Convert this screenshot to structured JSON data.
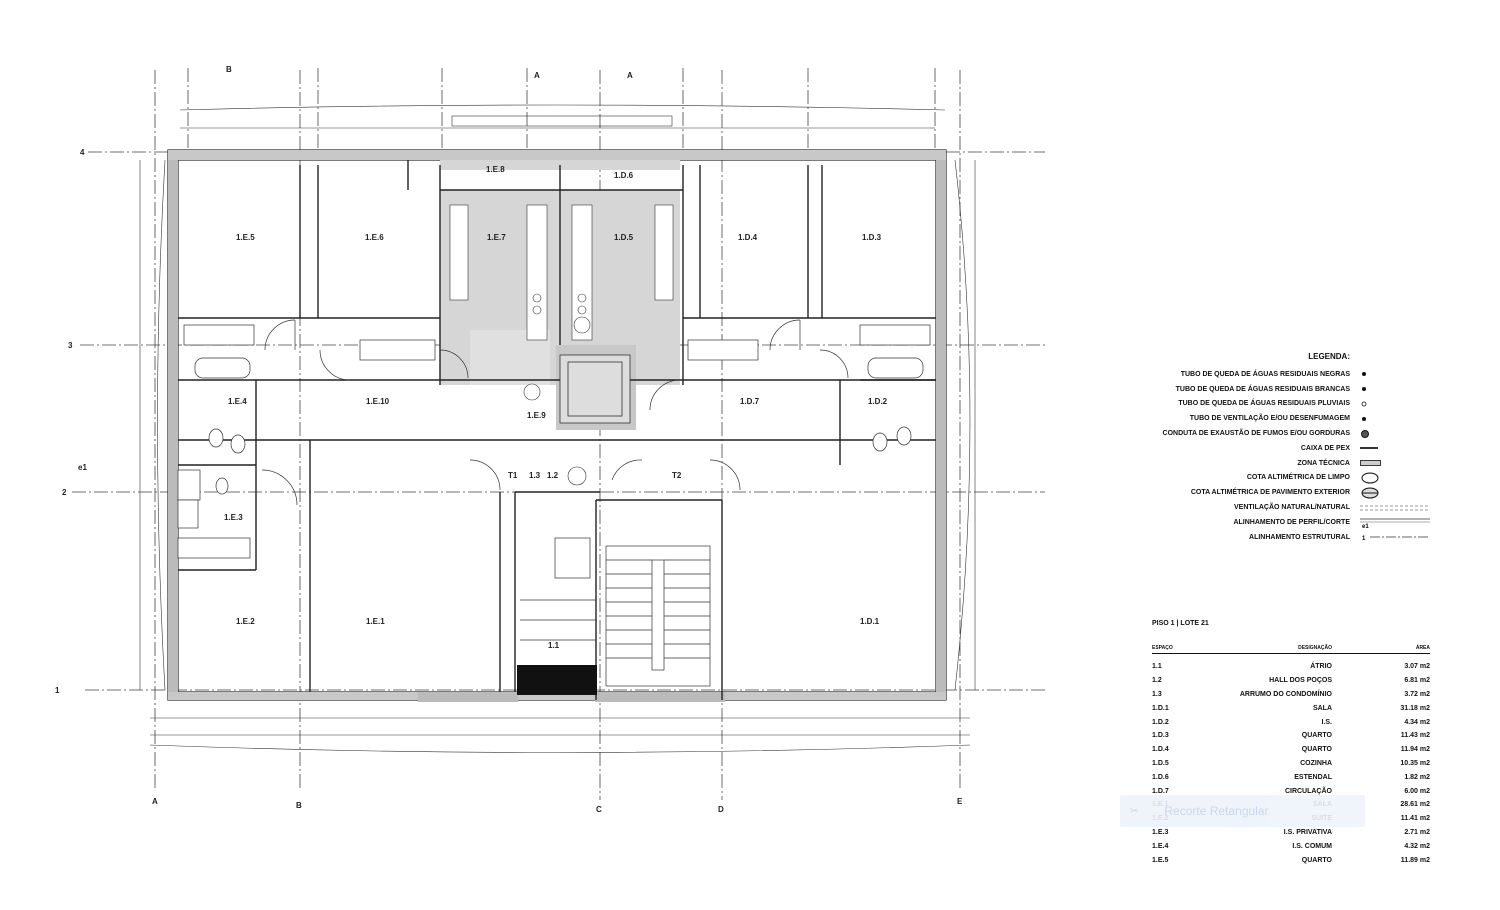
{
  "grid": {
    "letters": [
      "A",
      "B",
      "C",
      "D",
      "E"
    ],
    "numbers": [
      "1",
      "2",
      "3",
      "4"
    ],
    "section_marks": [
      "B",
      "A",
      "A"
    ],
    "alignment_mark": "e1"
  },
  "rooms": {
    "r1E5": "1.E.5",
    "r1E6": "1.E.6",
    "r1E7": "1.E.7",
    "r1D5": "1.D.5",
    "r1D4": "1.D.4",
    "r1D3": "1.D.3",
    "r1E8": "1.E.8",
    "r1D6": "1.D.6",
    "r1E4": "1.E.4",
    "r1E10": "1.E.10",
    "r1E9": "1.E.9",
    "r1D7": "1.D.7",
    "r1D2": "1.D.2",
    "r1E3": "1.E.3",
    "r1E2": "1.E.2",
    "r1E1": "1.E.1",
    "r1D1": "1.D.1",
    "r13": "1.3",
    "r12": "1.2",
    "rT1": "T1",
    "rT2": "T2",
    "r11": "1.1"
  },
  "legend": {
    "title": "LEGENDA:",
    "items": [
      {
        "label": "TUBO DE QUEDA DE ÁGUAS RESIDUAIS NEGRAS",
        "symbol": "dot-filled"
      },
      {
        "label": "TUBO DE QUEDA DE ÁGUAS RESIDUAIS BRANCAS",
        "symbol": "dot-filled"
      },
      {
        "label": "TUBO DE QUEDA DE ÁGUAS RESIDUAIS PLUVIAIS",
        "symbol": "dot-open"
      },
      {
        "label": "TUBO DE VENTILAÇÃO E/OU DESENFUMAGEM",
        "symbol": "dot-filled"
      },
      {
        "label": "CONDUTA DE EXAUSTÃO DE FUMOS E/OU GORDURAS",
        "symbol": "circle-cross"
      },
      {
        "label": "CAIXA DE PEX",
        "symbol": "bar-thin"
      },
      {
        "label": "ZONA TÉCNICA",
        "symbol": "bar-hatch"
      },
      {
        "label": "COTA ALTIMÉTRICA DE LIMPO",
        "symbol": "ellipse"
      },
      {
        "label": "COTA ALTIMÉTRICA DE PAVIMENTO EXTERIOR",
        "symbol": "ellipse-double"
      },
      {
        "label": "VENTILAÇÃO NATURAL/NATURAL",
        "symbol": "dashed-double"
      },
      {
        "label": "ALINHAMENTO DE PERFIL/CORTE",
        "symbol": "line-e1",
        "mark": "e1"
      },
      {
        "label": "ALINHAMENTO ESTRUTURAL",
        "symbol": "dashdot",
        "mark": "1"
      }
    ]
  },
  "table": {
    "title": "PISO 1  |  LOTE 21",
    "headers": [
      "ESPAÇO",
      "DESIGNAÇÃO",
      "ÁREA"
    ],
    "rows": [
      [
        "1.1",
        "ÁTRIO",
        "3.07 m2"
      ],
      [
        "1.2",
        "HALL DOS POÇOS",
        "6.81 m2"
      ],
      [
        "1.3",
        "ARRUMO DO CONDOMÍNIO",
        "3.72 m2"
      ],
      [
        "1.D.1",
        "SALA",
        "31.18 m2"
      ],
      [
        "1.D.2",
        "I.S.",
        "4.34 m2"
      ],
      [
        "1.D.3",
        "QUARTO",
        "11.43 m2"
      ],
      [
        "1.D.4",
        "QUARTO",
        "11.94 m2"
      ],
      [
        "1.D.5",
        "COZINHA",
        "10.35 m2"
      ],
      [
        "1.D.6",
        "ESTENDAL",
        "1.82 m2"
      ],
      [
        "1.D.7",
        "CIRCULAÇÃO",
        "6.00 m2"
      ],
      [
        "1.E.1",
        "SALA",
        "28.61 m2"
      ],
      [
        "1.E.2",
        "SUITE",
        "11.41 m2"
      ],
      [
        "1.E.3",
        "I.S. PRIVATIVA",
        "2.71 m2"
      ],
      [
        "1.E.4",
        "I.S. COMUM",
        "4.32 m2"
      ],
      [
        "1.E.5",
        "QUARTO",
        "11.89 m2"
      ]
    ]
  },
  "overlay": {
    "label": "Recorte Retangular",
    "icon": "scissors-icon"
  }
}
